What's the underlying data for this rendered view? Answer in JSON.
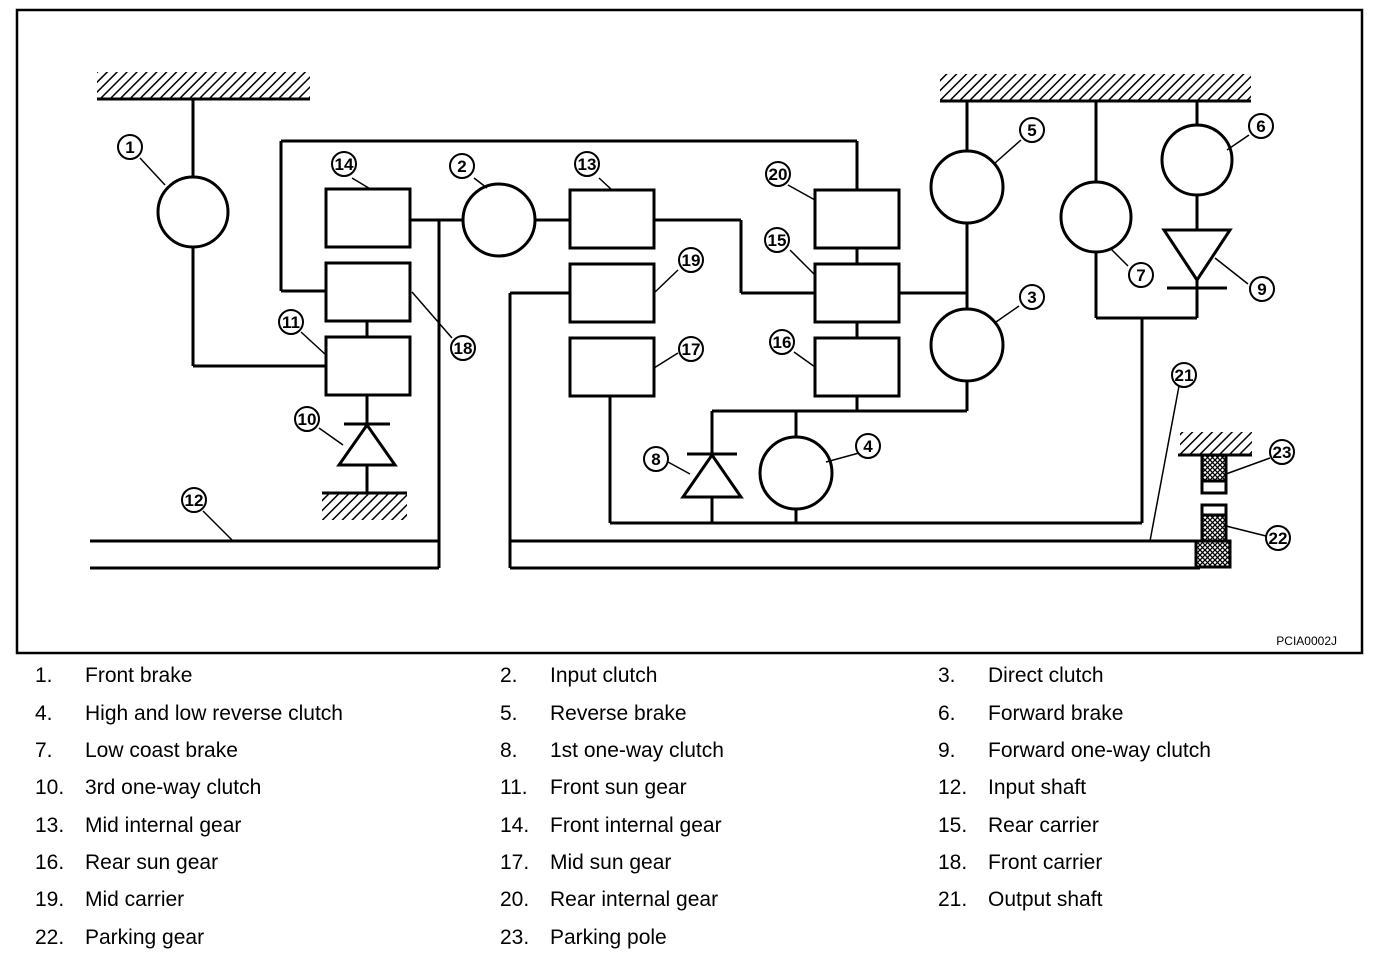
{
  "figure_code": "PCIA0002J",
  "callouts": [
    "1",
    "2",
    "3",
    "4",
    "5",
    "6",
    "7",
    "8",
    "9",
    "10",
    "11",
    "12",
    "13",
    "14",
    "15",
    "16",
    "17",
    "18",
    "19",
    "20",
    "21",
    "22",
    "23"
  ],
  "legend": [
    {
      "num": "1.",
      "label": "Front brake"
    },
    {
      "num": "2.",
      "label": "Input clutch"
    },
    {
      "num": "3.",
      "label": "Direct clutch"
    },
    {
      "num": "4.",
      "label": "High and low reverse clutch"
    },
    {
      "num": "5.",
      "label": "Reverse brake"
    },
    {
      "num": "6.",
      "label": "Forward brake"
    },
    {
      "num": "7.",
      "label": "Low coast brake"
    },
    {
      "num": "8.",
      "label": "1st one-way clutch"
    },
    {
      "num": "9.",
      "label": "Forward one-way clutch"
    },
    {
      "num": "10.",
      "label": "3rd one-way clutch"
    },
    {
      "num": "11.",
      "label": "Front sun gear"
    },
    {
      "num": "12.",
      "label": "Input shaft"
    },
    {
      "num": "13.",
      "label": "Mid internal gear"
    },
    {
      "num": "14.",
      "label": "Front internal gear"
    },
    {
      "num": "15.",
      "label": "Rear carrier"
    },
    {
      "num": "16.",
      "label": "Rear sun gear"
    },
    {
      "num": "17.",
      "label": "Mid sun gear"
    },
    {
      "num": "18.",
      "label": "Front carrier"
    },
    {
      "num": "19.",
      "label": "Mid carrier"
    },
    {
      "num": "20.",
      "label": "Rear internal gear"
    },
    {
      "num": "21.",
      "label": "Output shaft"
    },
    {
      "num": "22.",
      "label": "Parking gear"
    },
    {
      "num": "23.",
      "label": "Parking pole"
    }
  ]
}
